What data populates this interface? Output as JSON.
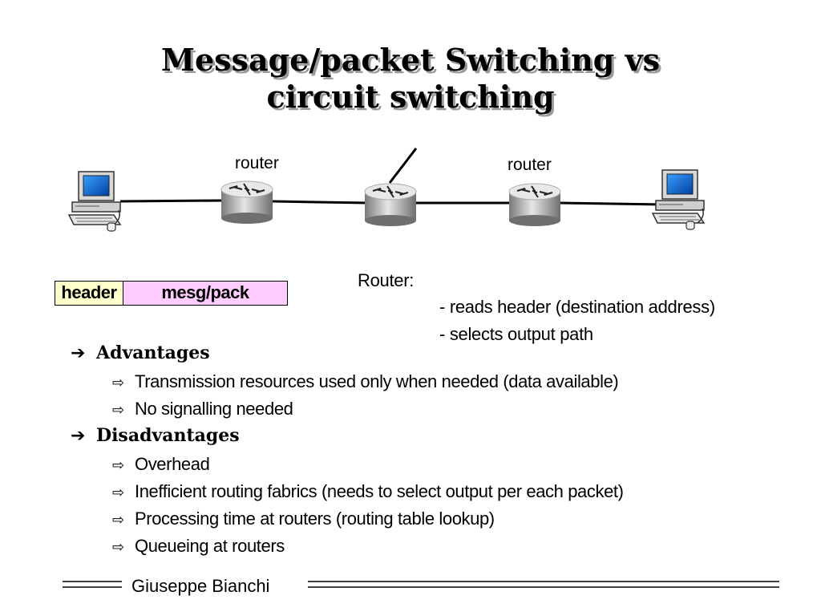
{
  "title": {
    "line1": "Message/packet Switching vs",
    "line2": "circuit switching"
  },
  "diagram": {
    "router_label_left": "router",
    "router_label_right": "router"
  },
  "packet": {
    "header": "header",
    "body": "mesg/pack"
  },
  "router_note": {
    "title": "Router:",
    "lines": [
      "- reads header (destination address)",
      "- selects output path"
    ]
  },
  "advantages": {
    "heading": "Advantages",
    "items": [
      "Transmission resources used only when needed (data available)",
      "No signalling needed"
    ]
  },
  "disadvantages": {
    "heading": "Disadvantages",
    "items": [
      "Overhead",
      "Inefficient routing fabrics (needs to select output per each packet)",
      "Processing time at routers (routing table lookup)",
      "Queueing at routers"
    ]
  },
  "footer": {
    "author": "Giuseppe Bianchi"
  },
  "icons": {
    "heading_bullet": "right-arrow-icon",
    "item_bullet": "outline-arrow-icon"
  }
}
